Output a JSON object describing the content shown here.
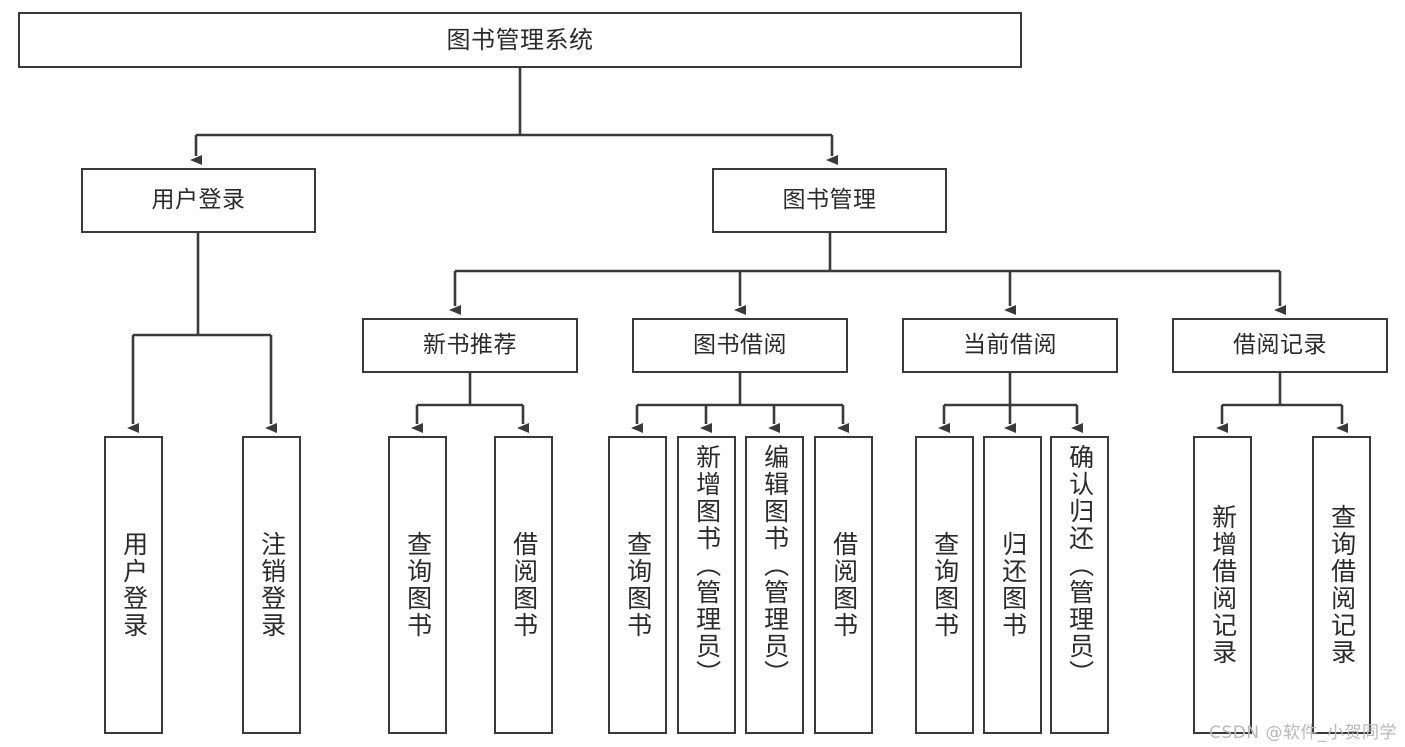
{
  "diagram": {
    "title": "图书管理系统",
    "type": "功能结构图",
    "root": {
      "label": "图书管理系统"
    },
    "level2": [
      {
        "label": "用户登录"
      },
      {
        "label": "图书管理"
      }
    ],
    "level3": [
      {
        "label": "新书推荐"
      },
      {
        "label": "图书借阅"
      },
      {
        "label": "当前借阅"
      },
      {
        "label": "借阅记录"
      }
    ],
    "leaves": {
      "user_login": [
        {
          "label": "用户登录"
        },
        {
          "label": "注销登录"
        }
      ],
      "new_book_recommend": [
        {
          "label": "查询图书"
        },
        {
          "label": "借阅图书"
        }
      ],
      "book_borrow": [
        {
          "label": "查询图书"
        },
        {
          "label": "新增图书（管理员）"
        },
        {
          "label": "编辑图书（管理员）"
        },
        {
          "label": "借阅图书"
        }
      ],
      "current_borrow": [
        {
          "label": "查询图书"
        },
        {
          "label": "归还图书"
        },
        {
          "label": "确认归还（管理员）"
        }
      ],
      "borrow_record": [
        {
          "label": "新增借阅记录"
        },
        {
          "label": "查询借阅记录"
        }
      ]
    }
  },
  "watermark": {
    "text": "CSDN @软件_小贺同学"
  },
  "colors": {
    "stroke": "#3a3a3a",
    "background": "#ffffff",
    "text": "#2b2b2b",
    "watermark": "#b9b9b9"
  }
}
